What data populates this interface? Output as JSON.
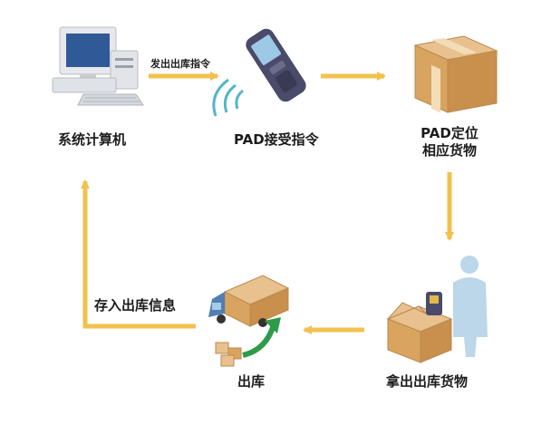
{
  "nodes": {
    "computer": {
      "label": "系统计算机"
    },
    "pad_receive": {
      "label": "PAD接受指令"
    },
    "pad_locate": {
      "line1": "PAD定位",
      "line2": "相应货物"
    },
    "take_out": {
      "label": "拿出出库货物"
    },
    "outbound": {
      "label": "出库"
    }
  },
  "edges": {
    "send_command": {
      "label": "发出出库指令"
    },
    "store_info": {
      "label": "存入出库信息"
    }
  },
  "colors": {
    "arrow": "#f2c14e",
    "box": "#d9a45f",
    "person": "#bcd6ea",
    "pad_body": "#4a4a6a"
  }
}
